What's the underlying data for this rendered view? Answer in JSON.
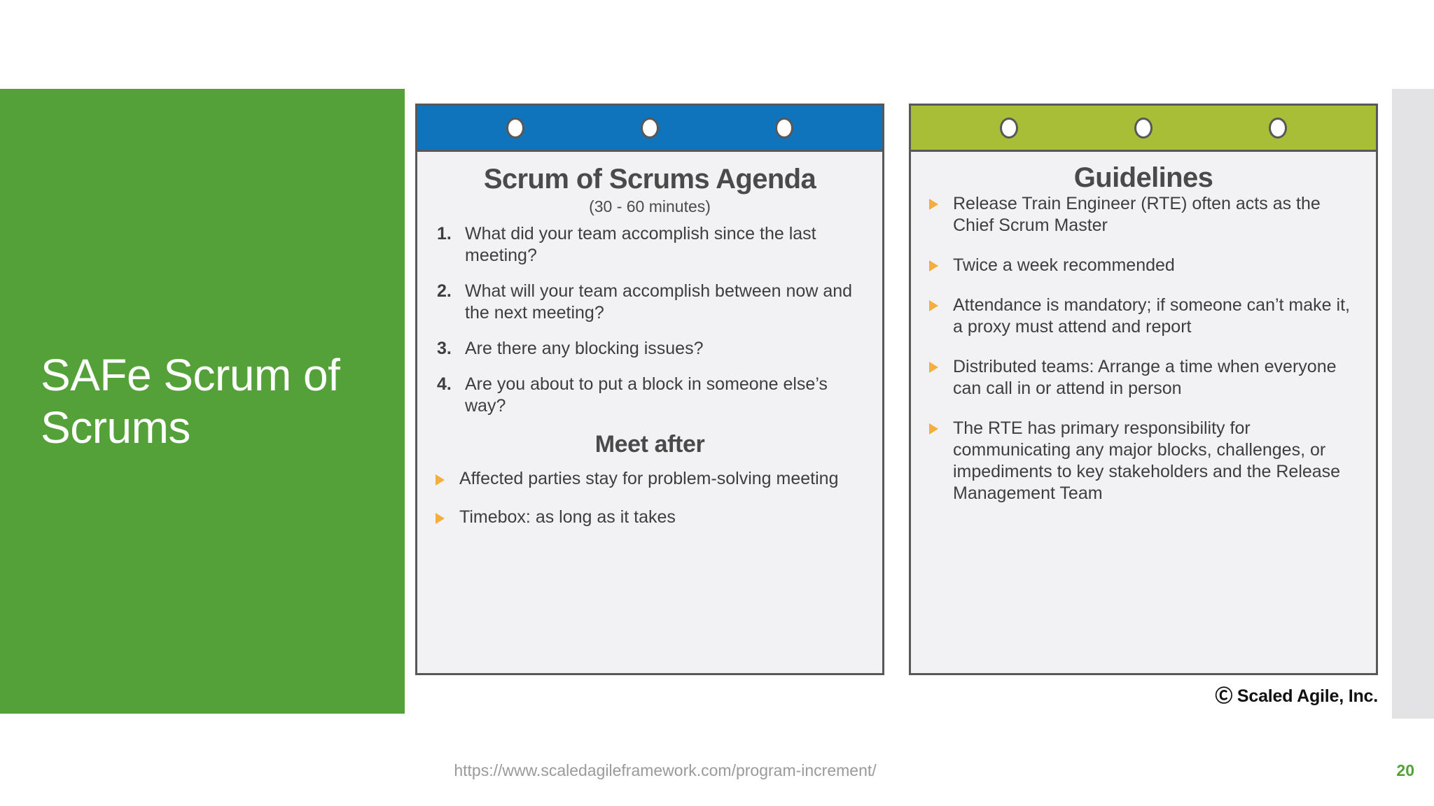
{
  "slide": {
    "title": "SAFe Scrum of Scrums",
    "page_number": "20",
    "footer_url": "https://www.scaledagileframework.com/program-increment/",
    "copyright": "Ⓒ Scaled Agile, Inc.",
    "colors": {
      "panel_green": "#55A139",
      "card_blue": "#1074BC",
      "card_olive": "#A8BE37",
      "bullet_orange": "#F4AE3D",
      "card_background": "#F2F2F4",
      "card_border": "#585858",
      "page_number_green": "#55A139"
    }
  },
  "agenda_card": {
    "header_rings": [
      "ring-1",
      "ring-2",
      "ring-3"
    ],
    "title": "Scrum of Scrums Agenda",
    "subtitle": "(30 - 60 minutes)",
    "numbered_items": [
      {
        "num": "1.",
        "text": "What did your team accomplish since the last meeting?"
      },
      {
        "num": "2.",
        "text": "What will your team accomplish between now and the next meeting?"
      },
      {
        "num": "3.",
        "text": "Are there any blocking issues?"
      },
      {
        "num": "4.",
        "text": "Are you about to put a block in someone else’s way?"
      }
    ],
    "section_title": "Meet after",
    "bullets": [
      {
        "text": "Affected parties stay for problem-solving meeting"
      },
      {
        "text": "Timebox: as long as it takes"
      }
    ]
  },
  "guidelines_card": {
    "header_rings": [
      "ring-1",
      "ring-2",
      "ring-3"
    ],
    "title": "Guidelines",
    "bullets": [
      {
        "text": "Release Train Engineer (RTE) often acts as the Chief Scrum Master"
      },
      {
        "text": "Twice a week recommended"
      },
      {
        "text": "Attendance is mandatory; if someone can’t make it, a proxy must attend and report"
      },
      {
        "text": "Distributed teams: Arrange a time when everyone can call in or attend in person"
      },
      {
        "text": "The RTE has primary responsibility for communicating any major blocks, challenges, or impediments to key stakeholders and the Release Management Team"
      }
    ]
  }
}
